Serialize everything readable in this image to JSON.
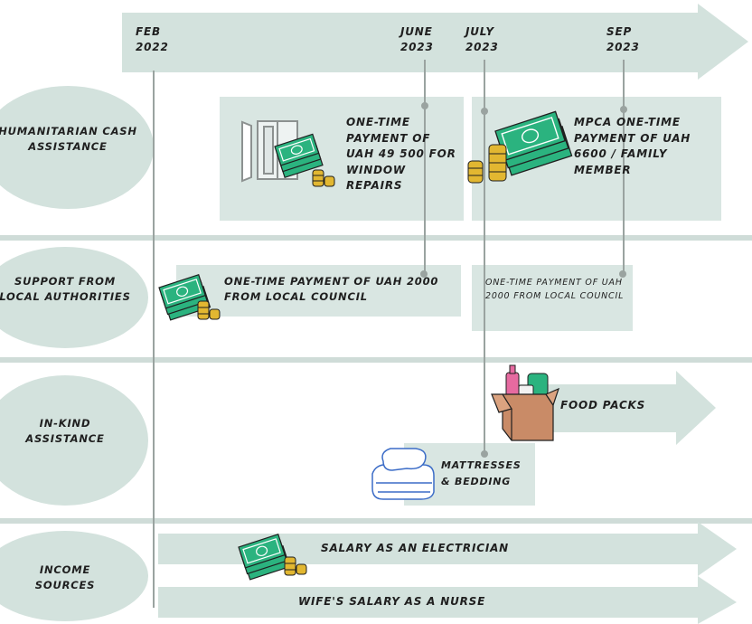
{
  "timeline": {
    "dates": [
      {
        "month": "FEB",
        "year": "2022"
      },
      {
        "month": "JUNE",
        "year": "2023"
      },
      {
        "month": "JULY",
        "year": "2023"
      },
      {
        "month": "SEP",
        "year": "2023"
      }
    ]
  },
  "categories": [
    {
      "label": "HUMANITARIAN CASH ASSISTANCE"
    },
    {
      "label": "SUPPORT FROM LOCAL AUTHORITIES"
    },
    {
      "label": "IN-KIND ASSISTANCE"
    },
    {
      "label": "INCOME SOURCES"
    }
  ],
  "events": {
    "window_repairs": "ONE-TIME PAYMENT OF UAH 49 500 FOR WINDOW REPAIRS",
    "mpca": "MPCA ONE-TIME PAYMENT OF UAH 6600 / FAMILY MEMBER",
    "local_council_1": "ONE-TIME PAYMENT OF UAH 2000 FROM LOCAL COUNCIL",
    "local_council_2": "ONE-TIME PAYMENT OF UAH 2000 FROM LOCAL COUNCIL",
    "food_packs": "FOOD PACKS",
    "mattresses": "MATTRESSES & BEDDING",
    "salary_electrician": "SALARY AS AN ELECTRICIAN",
    "wife_salary": "WIFE'S SALARY AS A NURSE"
  },
  "colors": {
    "panel": "#d9e6e2",
    "arrow": "#d3e2dd",
    "separator": "#cfdcd8",
    "money_green": "#2bb37f",
    "coin": "#e2b731",
    "box": "#c98b67",
    "ink": "#1f1f1f"
  }
}
